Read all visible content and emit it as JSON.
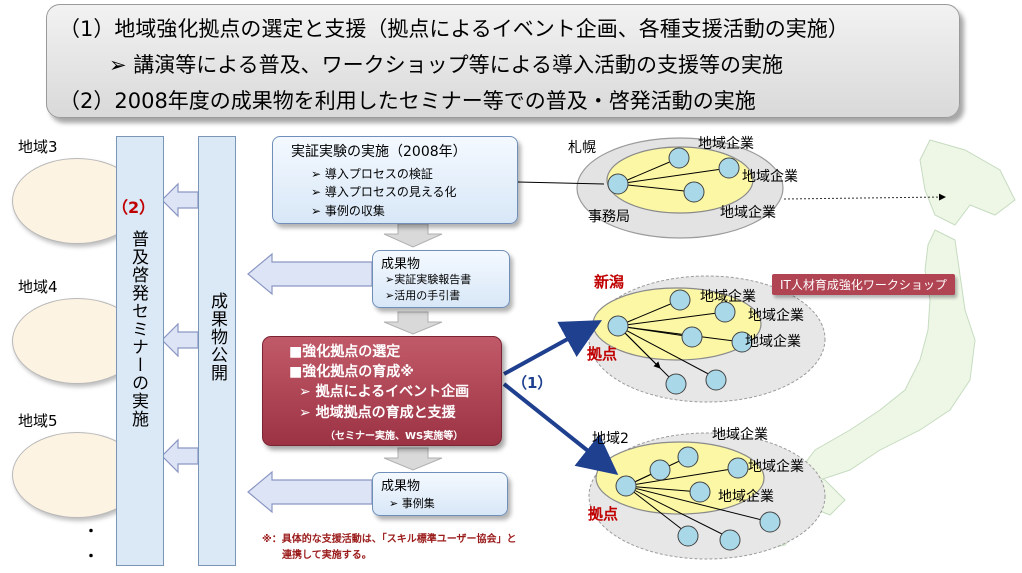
{
  "banner": {
    "line1": "（1）地域強化拠点の選定と支援（拠点によるイベント企画、各種支援活動の実施）",
    "line2": "➢ 講演等による普及、ワークショップ等による導入活動の支援等の実施",
    "line3": "（2）2008年度の成果物を利用したセミナー等での普及・啓発活動の実施"
  },
  "regions": [
    "地域3",
    "地域4",
    "地域5"
  ],
  "ellipsis": [
    "・",
    "・"
  ],
  "seminar_col": {
    "tag": "（2）",
    "text": "普及啓発セミナーの実施"
  },
  "publish_col": {
    "text": "成果物公開"
  },
  "demo_box": {
    "title": "実証実験の実施（2008年）",
    "items": [
      "➢ 導入プロセスの検証",
      "➢ 導入プロセスの見える化",
      "➢ 事例の収集"
    ]
  },
  "output1": {
    "title": "成果物",
    "items": [
      "➢実証実験報告書",
      "➢活用の手引書"
    ]
  },
  "hub_box": {
    "items": [
      "■強化拠点の選定",
      "■強化拠点の育成※",
      "➢ 拠点によるイベント企画",
      "➢ 地域拠点の育成と支援"
    ],
    "sub": "（セミナー実施、WS実施等）"
  },
  "output2": {
    "title": "成果物",
    "items": [
      "➢ 事例集"
    ]
  },
  "note": [
    "※：具体的な支援活動は、「スキル標準ユーザー協会」と",
    "連携して実施する。"
  ],
  "arrow_label": "（1）",
  "sapporo": {
    "city": "札幌",
    "office": "事務局",
    "companies": [
      "地域企業",
      "地域企業",
      "地域企業"
    ]
  },
  "niigata": {
    "city": "新潟",
    "hub": "拠点",
    "companies": [
      "地域企業",
      "地域企業",
      "地域企業"
    ]
  },
  "region2": {
    "city": "地域2",
    "hub": "拠点",
    "companies": [
      "地域企業",
      "地域企業",
      "地域企業"
    ]
  },
  "workshop_label": "IT人材育成強化ワークショップ",
  "colors": {
    "accent_red": "#c00000",
    "hub_box": "#a83c4d",
    "arrow_blue": "#1f3f8f",
    "inner_oval": "#fbf7a4",
    "node": "#a9d9e8"
  }
}
